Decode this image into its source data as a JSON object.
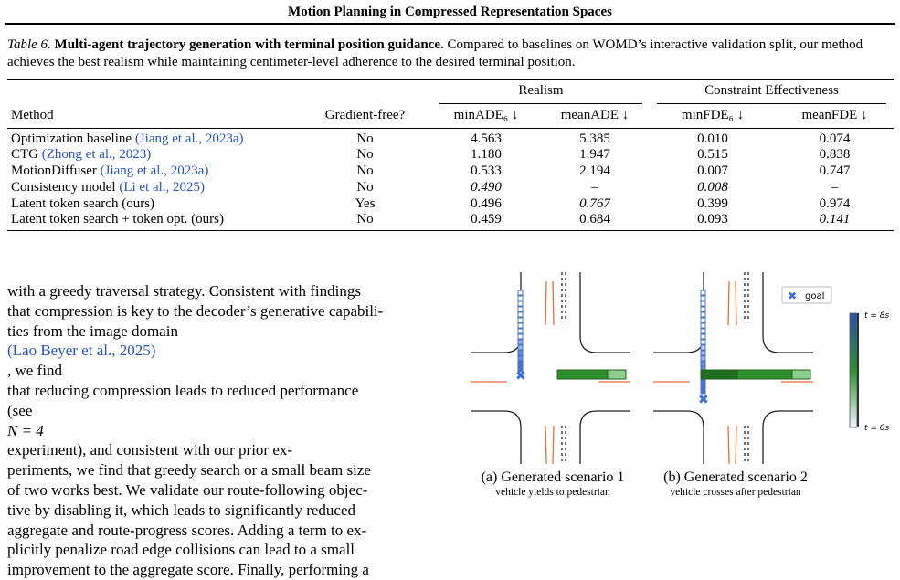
{
  "running_head": "Motion Planning in Compressed Representation Spaces",
  "caption": {
    "label": "Table 6.",
    "bold": "Multi-agent trajectory generation with terminal position guidance.",
    "text": "Compared to baselines on WOMD’s interactive validation split, our method achieves the best realism while maintaining centimeter-level adherence to the desired terminal position."
  },
  "table": {
    "groups": {
      "realism": "Realism",
      "constraint": "Constraint Effectiveness"
    },
    "headers": {
      "method": "Method",
      "gradient_free": "Gradient-free?",
      "minade": "minADE₆ ↓",
      "meanade": "meanADE ↓",
      "minfde": "minFDE₆ ↓",
      "meanfde": "meanFDE ↓"
    },
    "rows": [
      {
        "method": "Optimization baseline",
        "cite": "(Jiang et al., 2023a)",
        "gf": "No",
        "minade": "4.563",
        "meanade": "5.385",
        "minfde": "0.010",
        "meanfde": "0.074"
      },
      {
        "method": "CTG",
        "cite": "(Zhong et al., 2023)",
        "gf": "No",
        "minade": "1.180",
        "meanade": "1.947",
        "minfde": "0.515",
        "meanfde": "0.838"
      },
      {
        "method": "MotionDiffuser",
        "cite": "(Jiang et al., 2023a)",
        "gf": "No",
        "minade": "0.533",
        "meanade": "2.194",
        "minfde": "0.007",
        "meanfde": "0.747"
      },
      {
        "method": "Consistency model",
        "cite": "(Li et al., 2025)",
        "gf": "No",
        "minade": "0.490",
        "meanade": "–",
        "minfde": "0.008",
        "meanfde": "–"
      },
      {
        "method": "Latent token search (ours)",
        "cite": "",
        "gf": "Yes",
        "minade": "0.496",
        "meanade": "0.767",
        "minfde": "0.399",
        "meanfde": "0.974"
      },
      {
        "method": "Latent token search + token opt. (ours)",
        "cite": "",
        "gf": "No",
        "minade": "0.459",
        "meanade": "0.684",
        "minfde": "0.093",
        "meanfde": "0.141"
      }
    ]
  },
  "body_lines": [
    "with a greedy traversal strategy. Consistent with findings",
    "that compression is key to the decoder’s generative capabili-",
    "ties from the image domain",
    "(Lao Beyer et al., 2025)",
    ", we find",
    "that reducing compression leads to reduced performance",
    "(see",
    "N = 4",
    "experiment), and consistent with our prior ex-",
    "periments, we find that greedy search or a small beam size",
    "of two works best. We validate our route-following objec-",
    "tive by disabling it, which leads to significantly reduced",
    "aggregate and route-progress scores. Adding a term to ex-",
    "plicitly penalize road edge collisions can lead to a small",
    "improvement to the aggregate score. Finally, performing a"
  ],
  "figure": {
    "legend_goal": "goal",
    "colorbar_top": "t = 8s",
    "colorbar_bottom": "t = 0s",
    "sub_a": {
      "caption": "(a) Generated scenario 1",
      "sub": "vehicle yields to pedestrian"
    },
    "sub_b": {
      "caption": "(b) Generated scenario 2",
      "sub": "vehicle crosses after pedestrian"
    },
    "colors": {
      "road": "#222222",
      "lane_orange": "#e0703a",
      "ped": "#4a72c8",
      "veh": "#2f8f2f",
      "goal": "#3b6fd6"
    }
  }
}
